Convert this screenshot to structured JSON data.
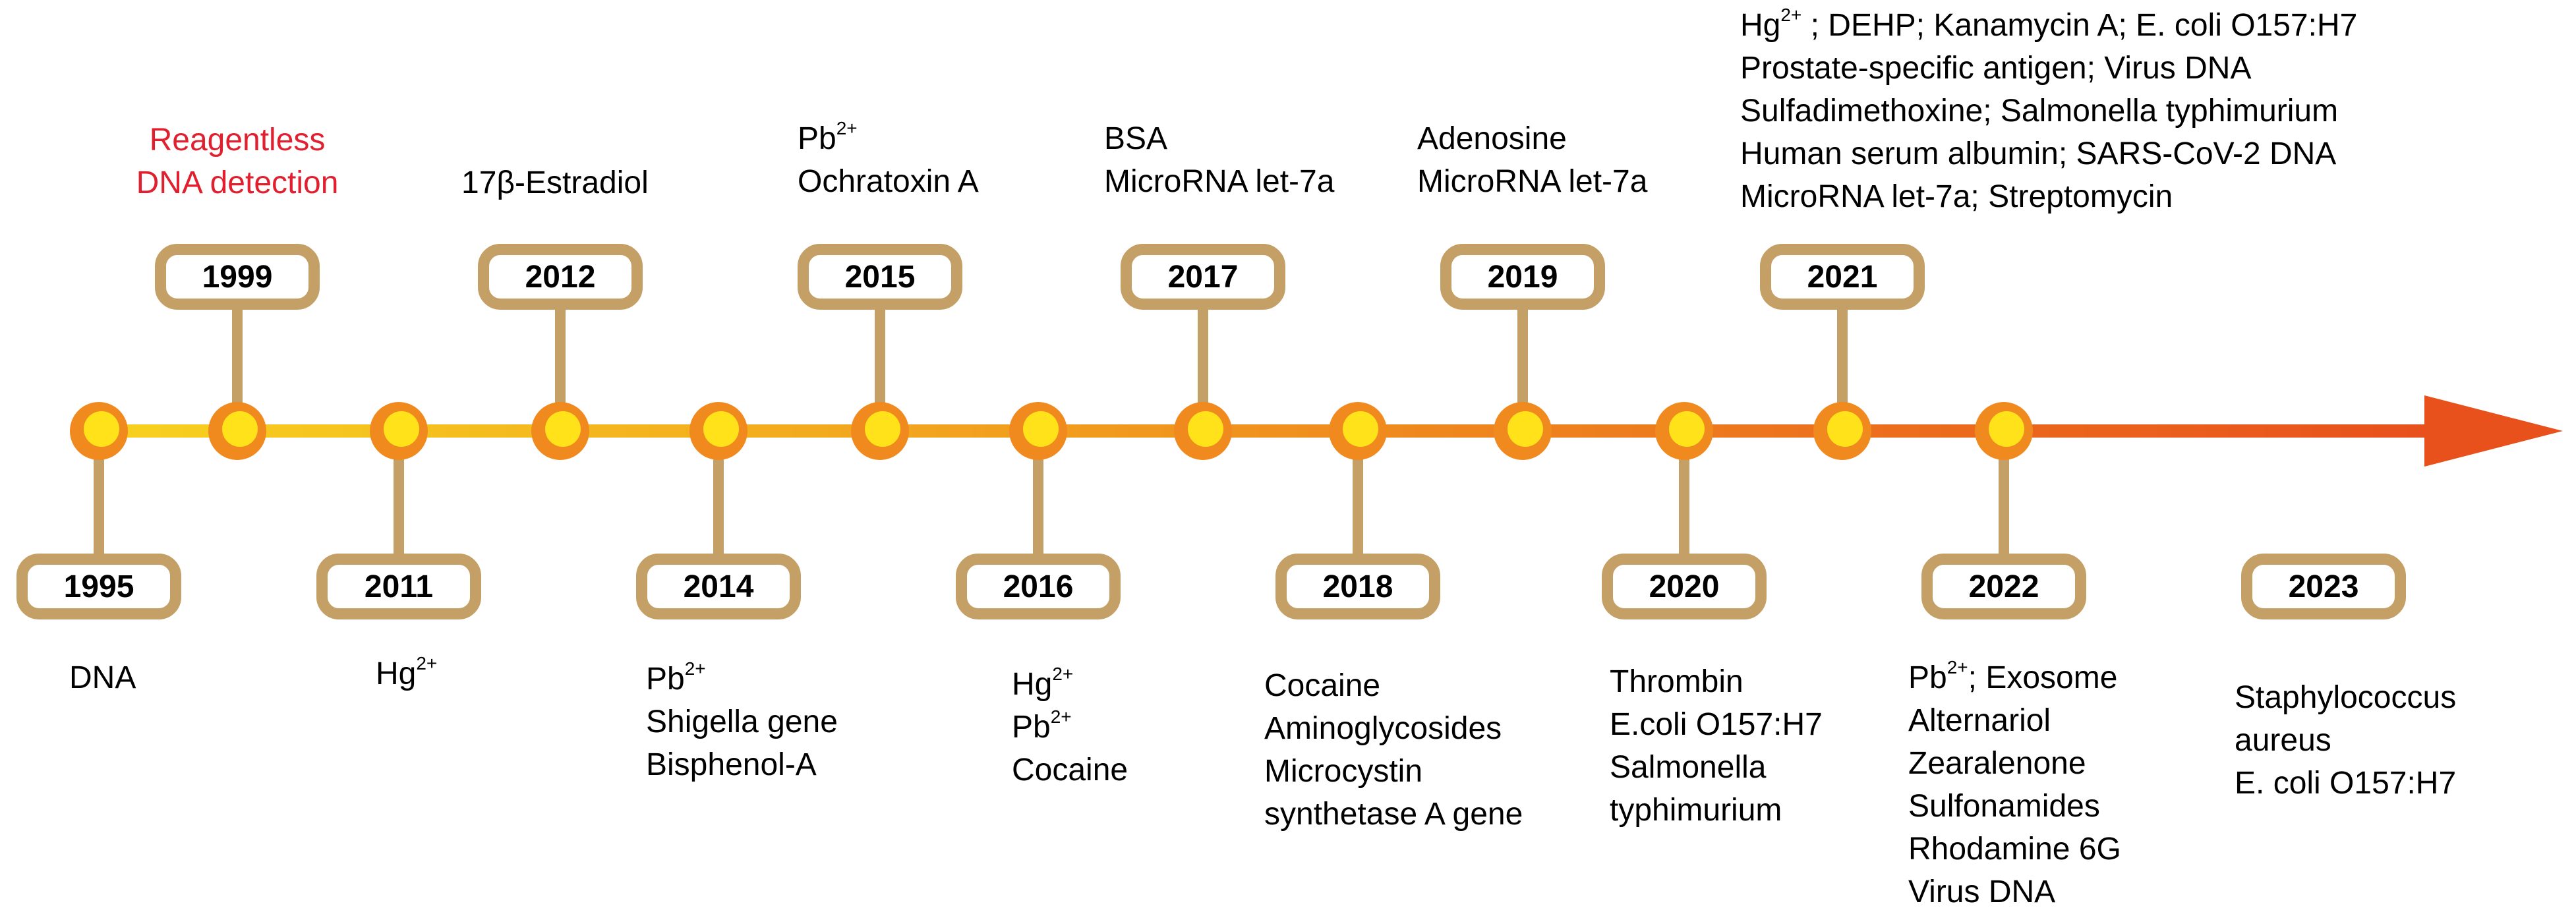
{
  "timeline": {
    "colors": {
      "box_border": "#c4a066",
      "connector": "#c4a066",
      "node_outer": "#f08a1e",
      "node_inner": "#ffe21a",
      "arrow_start": "#f7d21f",
      "arrow_end": "#e8501c",
      "highlight_text": "#e0202e"
    },
    "top": [
      {
        "year": "1999",
        "lines": [
          "Reagentless",
          "DNA detection"
        ],
        "highlight": true
      },
      {
        "year": "2012",
        "lines": [
          "17β-Estradiol"
        ]
      },
      {
        "year": "2015",
        "lines": [
          {
            "base": "Pb",
            "sup": "2+"
          },
          "Ochratoxin A"
        ]
      },
      {
        "year": "2017",
        "lines": [
          "BSA",
          "MicroRNA let-7a"
        ]
      },
      {
        "year": "2019",
        "lines": [
          "Adenosine",
          "MicroRNA let-7a"
        ]
      },
      {
        "year": "2021",
        "lines": [
          {
            "base": "Hg",
            "sup": "2+",
            "rest": " ; DEHP; Kanamycin A; E. coli O157:H7"
          },
          "Prostate-specific antigen; Virus DNA",
          "Sulfadimethoxine; Salmonella typhimurium",
          "Human serum albumin; SARS-CoV-2 DNA",
          "MicroRNA let-7a; Streptomycin"
        ]
      }
    ],
    "bottom": [
      {
        "year": "1995",
        "lines": [
          "DNA"
        ]
      },
      {
        "year": "2011",
        "lines": [
          {
            "base": "Hg",
            "sup": "2+"
          }
        ]
      },
      {
        "year": "2014",
        "lines": [
          {
            "base": "Pb",
            "sup": "2+"
          },
          "Shigella gene",
          "Bisphenol-A"
        ]
      },
      {
        "year": "2016",
        "lines": [
          {
            "base": "Hg",
            "sup": "2+"
          },
          {
            "base": "Pb",
            "sup": "2+"
          },
          "Cocaine"
        ]
      },
      {
        "year": "2018",
        "lines": [
          "Cocaine",
          "Aminoglycosides",
          "Microcystin",
          "synthetase A gene"
        ]
      },
      {
        "year": "2020",
        "lines": [
          "Thrombin",
          "E.coli O157:H7",
          "Salmonella",
          "typhimurium"
        ]
      },
      {
        "year": "2022",
        "lines": [
          {
            "base": "Pb",
            "sup": "2+",
            "rest": "; Exosome"
          },
          "Alternariol",
          "Zearalenone",
          "Sulfonamides",
          "Rhodamine 6G",
          "Virus DNA"
        ]
      },
      {
        "year": "2023",
        "lines": [
          "Staphylococcus",
          " aureus",
          " E. coli O157:H7"
        ]
      }
    ]
  }
}
